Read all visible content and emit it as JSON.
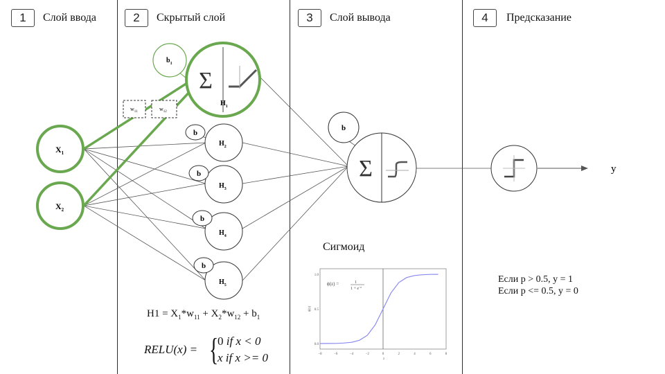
{
  "stages": [
    {
      "number": "1",
      "title": "Слой ввода"
    },
    {
      "number": "2",
      "title": "Скрытый слой"
    },
    {
      "number": "3",
      "title": "Слой вывода"
    },
    {
      "number": "4",
      "title": "Предсказание"
    }
  ],
  "network": {
    "inputs": [
      {
        "label": "X",
        "sub": "1"
      },
      {
        "label": "X",
        "sub": "2"
      }
    ],
    "hidden": [
      {
        "label": "H",
        "sub": "1"
      },
      {
        "label": "H",
        "sub": "2"
      },
      {
        "label": "H",
        "sub": "3"
      },
      {
        "label": "H",
        "sub": "4"
      },
      {
        "label": "H",
        "sub": "5"
      }
    ],
    "bias_first": {
      "label": "b",
      "sub": "1"
    },
    "bias_label": "b",
    "weights": [
      {
        "label": "w",
        "sub": "11"
      },
      {
        "label": "w",
        "sub": "12"
      }
    ],
    "sum_symbol": "Σ",
    "output_label": "y",
    "highlight_color": "#6aa84f",
    "line_color": "#555555"
  },
  "formula_h1": {
    "p1": "H1 = X",
    "s1": "1",
    "p2": "*w",
    "s2": "11",
    "p3": " + X",
    "s3": "2",
    "p4": "*w",
    "s4": "12",
    "p5": " + b",
    "s5": "1"
  },
  "relu": {
    "lhs": "RELU(x) =",
    "brace": "{",
    "case1_val": "0",
    "case1_cond": " if ",
    "case1_expr": "x < 0",
    "case2_val": "x",
    "case2_cond": " if ",
    "case2_expr": "x >= 0"
  },
  "sigmoid": {
    "title": "Сигмоид",
    "formula_lhs": "ϕ(z) =",
    "formula_num": "1",
    "formula_den": "1 + e",
    "formula_exp": "−z",
    "ylabel": "ϕ(z)",
    "xlabel": "z",
    "xticks": [
      "−8",
      "−6",
      "−4",
      "−2",
      "0",
      "2",
      "4",
      "6",
      "8"
    ],
    "yticks": [
      "0.0",
      "0.5",
      "1.0"
    ],
    "curve_color": "#8a8af0"
  },
  "chart_data": {
    "type": "line",
    "x": [
      -8,
      -7,
      -6,
      -5,
      -4,
      -3,
      -2,
      -1,
      0,
      1,
      2,
      3,
      4,
      5,
      6,
      7
    ],
    "series": [
      {
        "values": [
          0.0003,
          0.0009,
          0.0025,
          0.0067,
          0.018,
          0.047,
          0.119,
          0.269,
          0.5,
          0.731,
          0.881,
          0.953,
          0.982,
          0.993,
          0.998,
          0.999
        ]
      }
    ],
    "xlim": [
      -8,
      8
    ],
    "ylim": [
      0,
      1
    ],
    "grid": false,
    "vline_x": 0
  },
  "prediction_rules": [
    "Если p > 0.5, y = 1",
    "Если p <= 0.5, y = 0"
  ]
}
